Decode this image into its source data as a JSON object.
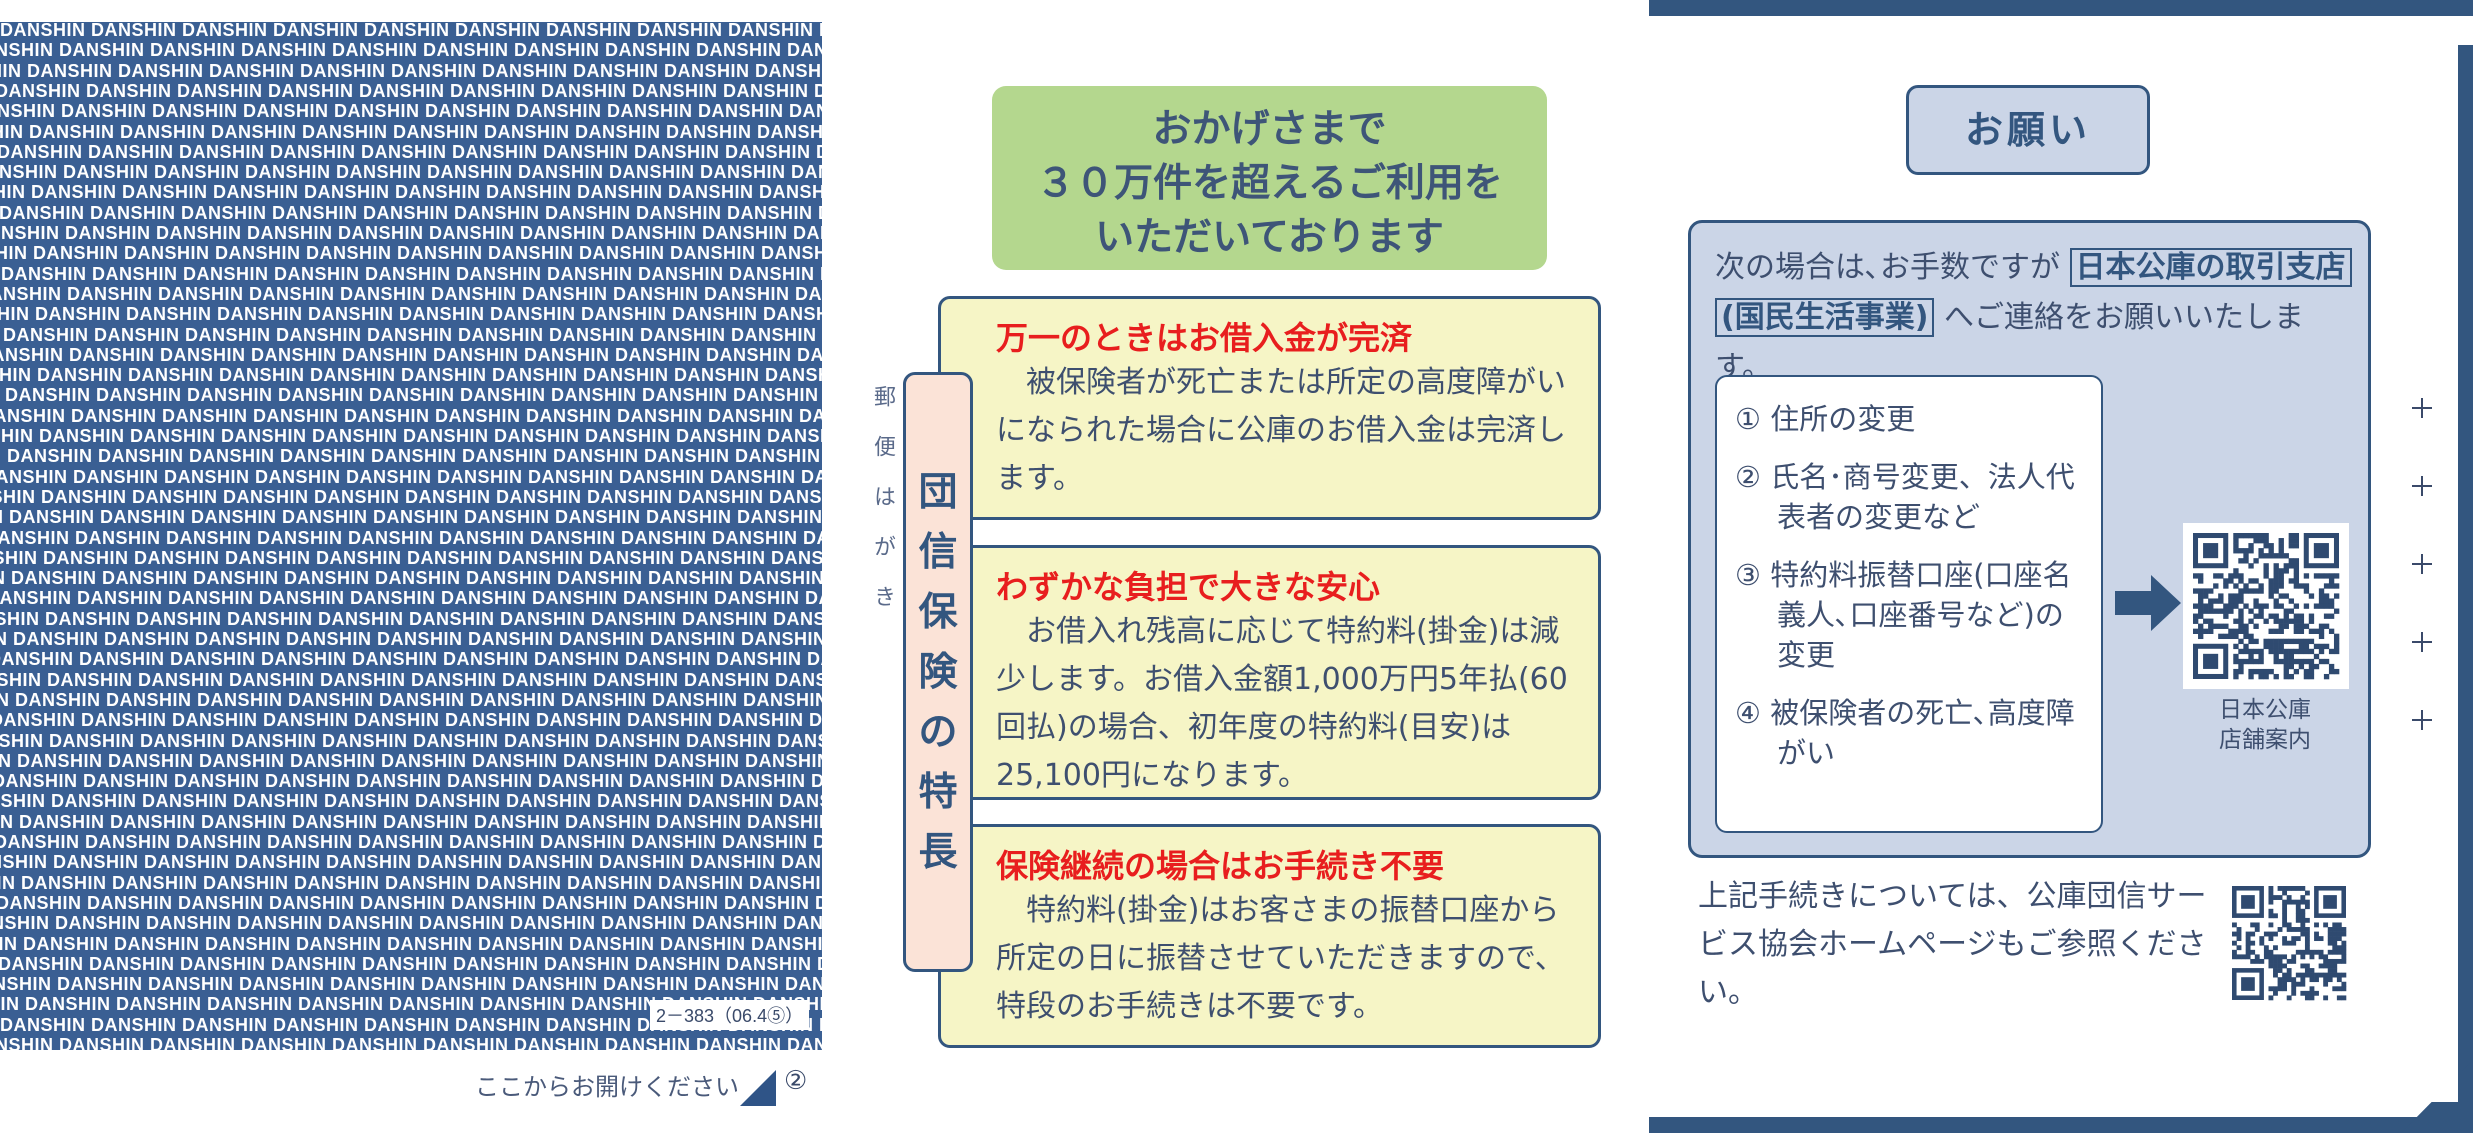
{
  "left_panel": {
    "pattern_word": "DANSHIN",
    "print_code": "2－383（06.4⑤）",
    "open_instruction": "ここからお開けください",
    "open_circle_number": "②",
    "vertical_label": "郵便はがき"
  },
  "middle_panel": {
    "header_lines": [
      "おかげさまで",
      "３０万件を超えるご利用を",
      "いただいております"
    ],
    "tab_chars": [
      "団",
      "信",
      "保",
      "険",
      "の",
      "特",
      "長"
    ],
    "features": [
      {
        "title": "万一のときはお借入金が完済",
        "text": "被保険者が死亡または所定の高度障がいになられた場合に公庫のお借入金は完済します。"
      },
      {
        "title": "わずかな負担で大きな安心",
        "text": "お借入れ残高に応じて特約料(掛金)は減少します。お借入金額1,000万円5年払(60回払)の場合、初年度の特約料(目安)は25,100円になります。"
      },
      {
        "title": "保険継続の場合はお手続き不要",
        "text": "特約料(掛金)はお客さまの振替口座から所定の日に振替させていただきますので、特段のお手続きは不要です。"
      }
    ]
  },
  "right_panel": {
    "badge": "お願い",
    "intro_prefix": "次の場合は､お手数ですが",
    "intro_box1": "日本公庫の取引支店",
    "intro_box2": "(国民生活事業)",
    "intro_suffix": "へご連絡をお願いいたします。",
    "list_items": [
      "① 住所の変更",
      "② 氏名･商号変更、法人代表者の変更など",
      "③ 特約料振替口座(口座名義人､口座番号など)の変更",
      "④ 被保険者の死亡､高度障がい"
    ],
    "qr_caption_line1": "日本公庫",
    "qr_caption_line2": "店舗案内",
    "procedure_text": "上記手続きについては、公庫団信サービス協会ホームページもご参照ください。"
  },
  "colors": {
    "pattern_blue": "#3a5f93",
    "accent_navy": "#33567f",
    "header_green": "#b4d78e",
    "feature_yellow": "#f6f5c6",
    "title_red": "#e81e1e",
    "tab_pink": "#fbe3d7",
    "request_lavender": "#cbd5e7"
  }
}
